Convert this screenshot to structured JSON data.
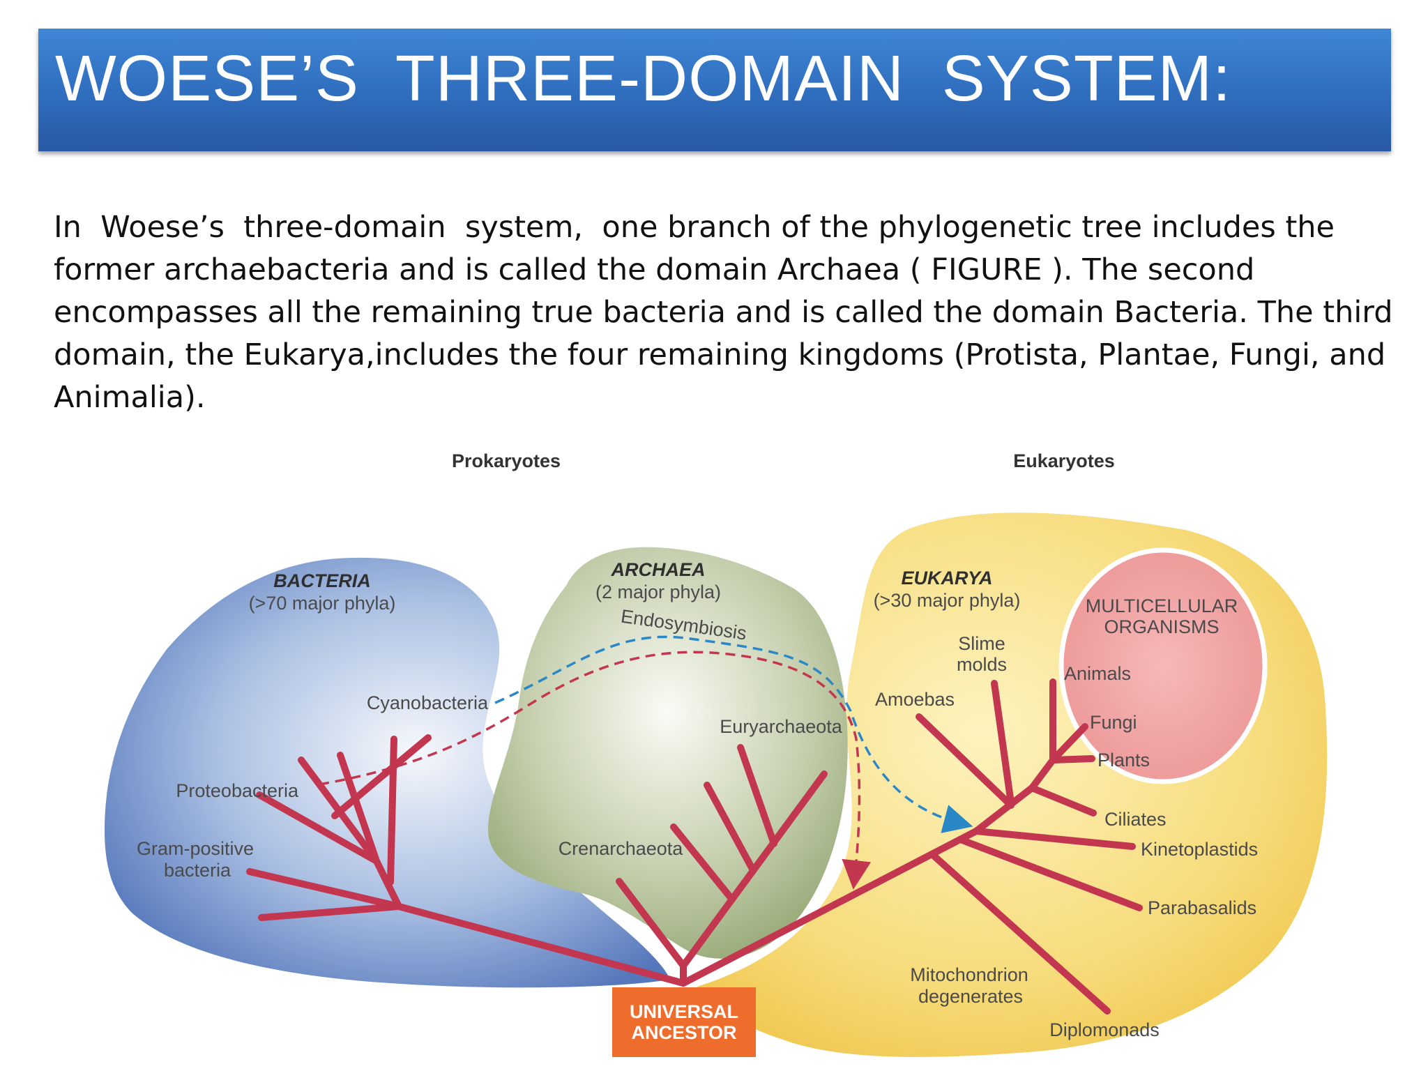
{
  "title": "WOESE’S  THREE-DOMAIN  SYSTEM:",
  "paragraph": [
    "In  Woese’s  three-domain  system,  one branch of the phylogenetic tree includes the",
    "former archaebacteria and is called the domain Archaea ( FIGURE ). The second",
    "encompasses all the remaining true bacteria and is called the domain Bacteria. The third",
    "domain, the Eukarya,includes the four remaining kingdoms (Protista, Plantae, Fungi, and",
    "Animalia)."
  ],
  "diagram": {
    "headers": {
      "prokaryotes": "Prokaryotes",
      "eukaryotes": "Eukaryotes"
    },
    "bacteria": {
      "name": "BACTERIA",
      "phyla": "(>70 major phyla)"
    },
    "archaea": {
      "name": "ARCHAEA",
      "phyla": "(2 major phyla)"
    },
    "eukarya": {
      "name": "EUKARYA",
      "phyla": "(>30 major phyla)"
    },
    "multicellular": [
      "MULTICELLULAR",
      "ORGANISMS"
    ],
    "endosymbiosis": "Endosymbiosis",
    "ancestor": [
      "UNIVERSAL",
      "ANCESTOR"
    ],
    "labels": {
      "cyanobacteria": "Cyanobacteria",
      "proteobacteria": "Proteobacteria",
      "gram_positive": [
        "Gram-positive",
        "bacteria"
      ],
      "euryarchaeota": "Euryarchaeota",
      "crenarchaeota": "Crenarchaeota",
      "slime_molds": [
        "Slime",
        "molds"
      ],
      "amoebas": "Amoebas",
      "animals": "Animals",
      "fungi": "Fungi",
      "plants": "Plants",
      "ciliates": "Ciliates",
      "kinetoplastids": "Kinetoplastids",
      "parabasalids": "Parabasalids",
      "mitochondrion": [
        "Mitochondrion",
        "degenerates"
      ],
      "diplomonads": "Diplomonads"
    },
    "colors": {
      "bacteria_region": "#5f87c8",
      "archaea_region": "#a9b98c",
      "eukarya_region": "#f4d165",
      "multicellular_region": "#ef9f9f",
      "branch": "#c23650",
      "ancestor_box": "#ee6d2d",
      "mitochondria_arrow": "#2b88c6",
      "chloroplast_arrow": "#c23650"
    }
  }
}
